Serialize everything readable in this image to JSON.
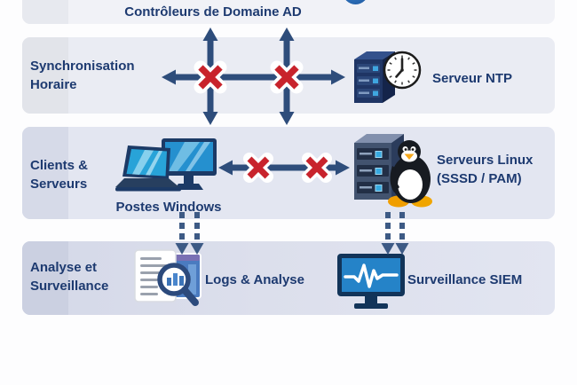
{
  "top_band": {
    "label": "Contrôleurs de Domaine AD",
    "icon": "globe-icon"
  },
  "rows": {
    "sync": {
      "label_line1": "Synchronisation",
      "label_line2": "Horaire"
    },
    "clients": {
      "label_line1": "Clients &",
      "label_line2": "Serveurs"
    },
    "analysis": {
      "label_line1": "Analyse et",
      "label_line2": "Surveillance"
    }
  },
  "nodes": {
    "ntp": {
      "label": "Serveur NTP",
      "icon": "ntp-server-clock-icon"
    },
    "windows": {
      "label": "Postes Windows",
      "icon": "windows-workstations-icon"
    },
    "linux": {
      "label_line1": "Serveurs Linux",
      "label_line2": "(SSSD / PAM)",
      "icon": "linux-servers-tux-icon"
    },
    "logs": {
      "label": "Logs & Analyse",
      "icon": "logs-magnifier-icon"
    },
    "siem": {
      "label": "Surveillance SIEM",
      "icon": "siem-monitor-icon"
    }
  },
  "connections": {
    "blocked_mark_icon": "blocked-x-icon",
    "blocked_marks_count": 4,
    "solid_double_arrows_count": 4,
    "dashed_down_arrows_count": 4
  },
  "palette": {
    "text_navy": "#1d3a70",
    "arrow_blue": "#2e4d7b",
    "dashed_arrow_blue": "#3d5a85",
    "blocked_red": "#c8232c",
    "band_top": "#f1f2f7",
    "band_sync": "#eaecf3",
    "band_clients": "#e3e6f1",
    "band_analysis_left": "#d4d8e8",
    "band_analysis_right": "#e2e5f1",
    "screen_blue": "#2590cf",
    "led_cyan": "#36a9e0",
    "tux_orange": "#f0a500",
    "page_background": "#fdfdfe"
  }
}
